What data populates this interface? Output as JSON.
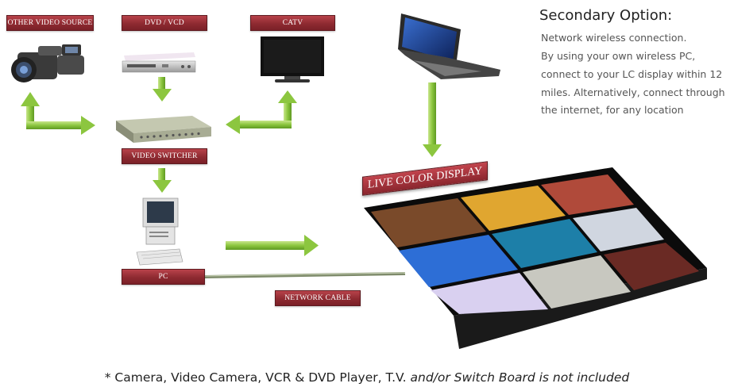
{
  "labels": {
    "other_video_source": "OTHER VIDEO SOURCE",
    "dvd_vcd": "DVD / VCD",
    "catv": "CATV",
    "video_switcher": "VIDEO SWITCHER",
    "pc": "PC",
    "network_cable": "NETWORK CABLE",
    "live_color_display": "LIVE COLOR DISPLAY"
  },
  "secondary_option": {
    "title": "Secondary Option:",
    "lines": [
      "Network wireless connection.",
      "By using your own wireless PC,",
      "connect to your LC display within 12",
      "miles. Alternatively, connect through",
      "the internet, for any location"
    ]
  },
  "footnote": {
    "main": "* Camera, Video Camera, VCR & DVD Player, T.V. ",
    "italic": "and/or Switch Board is not included"
  },
  "colors": {
    "label_red": "#8e2a31",
    "arrow_green": "#8cc63f"
  },
  "icons": [
    "camcorder-icon",
    "dvd-player-icon",
    "tv-icon",
    "laptop-icon",
    "video-switcher-icon",
    "desktop-pc-icon",
    "led-display-wall-icon"
  ]
}
